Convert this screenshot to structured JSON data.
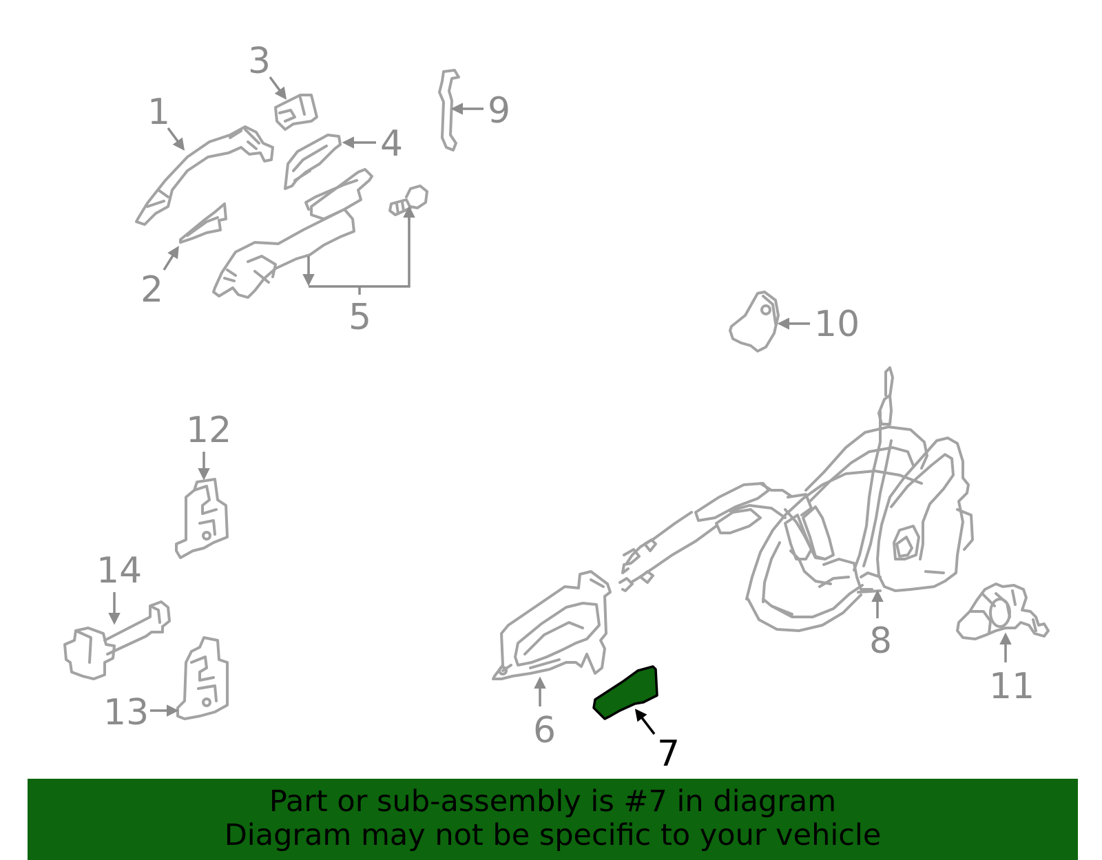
{
  "callouts": {
    "c1": "1",
    "c2": "2",
    "c3": "3",
    "c4": "4",
    "c5": "5",
    "c6": "6",
    "c7": "7",
    "c8": "8",
    "c9": "9",
    "c10": "10",
    "c11": "11",
    "c12": "12",
    "c13": "13",
    "c14": "14"
  },
  "highlight": {
    "part": "7",
    "fill_color": "#0d650d"
  },
  "banner": {
    "line1": "Part or sub-assembly is #7 in diagram",
    "line2": "Diagram may not be specific to your vehicle",
    "background": "#0d650d"
  },
  "colors": {
    "line_art": "#a3a3a3",
    "callout_text": "#8c8c8c",
    "highlight_outline": "#000000"
  }
}
